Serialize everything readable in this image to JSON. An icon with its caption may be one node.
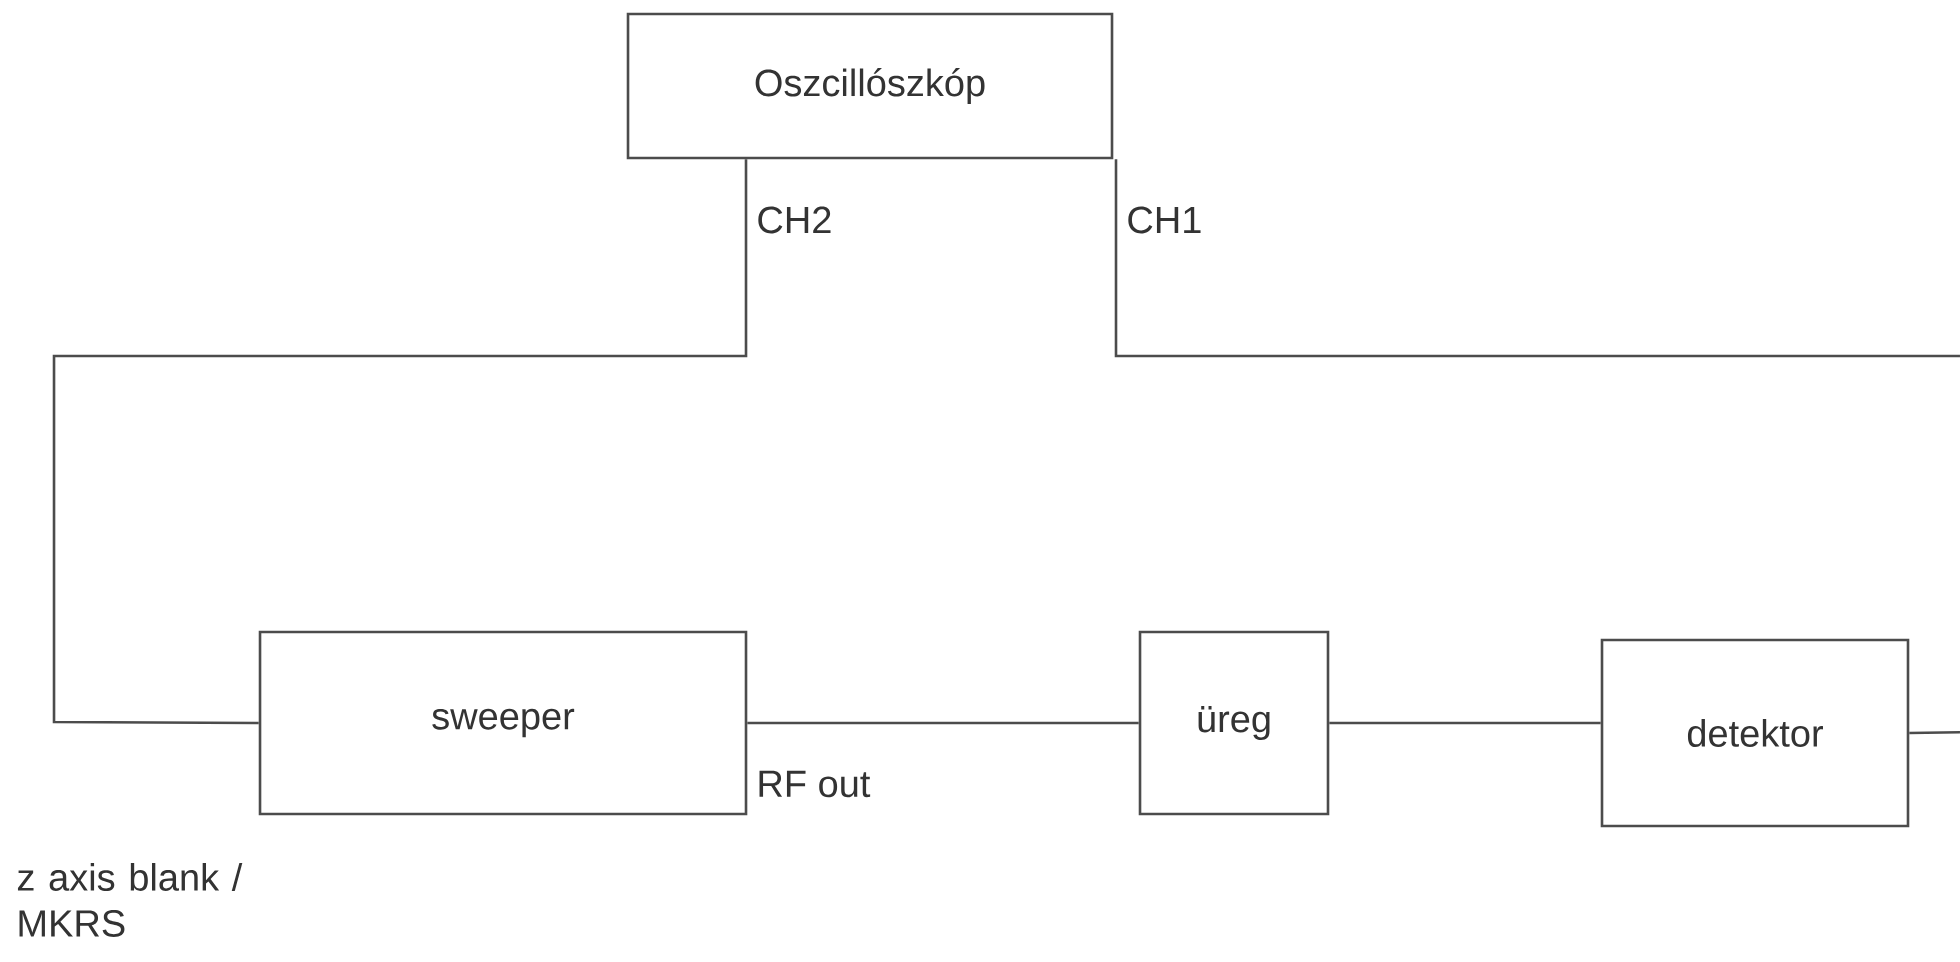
{
  "diagram": {
    "nodes": [
      {
        "text": [
          "Oszcillószkóp"
        ]
      },
      {
        "text": [
          "sweeper"
        ]
      },
      {
        "text": [
          "üreg"
        ]
      },
      {
        "text": [
          "detektor"
        ]
      }
    ],
    "edges": [
      {
        "from": 0,
        "to": 1,
        "arrow": "none"
      },
      {
        "from": 1,
        "to": 2,
        "arrow": "none"
      },
      {
        "from": 2,
        "to": 3,
        "arrow": "none"
      },
      {
        "from": 3,
        "to": 0,
        "arrow": "none"
      }
    ],
    "labels": [
      "CH2",
      "CH1",
      "RF out",
      "z axis blank / MKRS"
    ]
  }
}
